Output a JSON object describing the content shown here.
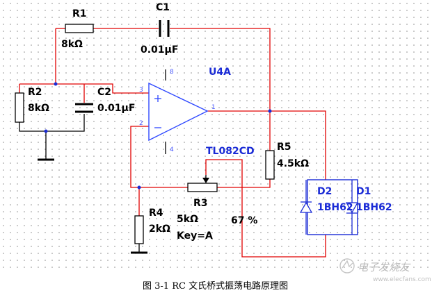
{
  "labels": {
    "r1": "R1",
    "r1_value": "8kΩ",
    "c1": "C1",
    "c1_value": "0.01μF",
    "r2": "R2",
    "r2_value": "8kΩ",
    "c2": "C2",
    "c2_value": "0.01μF",
    "opamp": "U4A",
    "opamp_part": "TL082CD",
    "pin_3": "3",
    "pin_2": "2",
    "pin_1": "1",
    "pin_8": "8",
    "pin_4": "4",
    "r5": "R5",
    "r5_value": "4.5kΩ",
    "r3": "R3",
    "r3_value": "5kΩ",
    "r3_key": "Key=A",
    "r3_percent": "67 %",
    "r4": "R4",
    "r4_value": "2kΩ",
    "d2": "D2",
    "d2_part": "1BH62",
    "d1": "D1",
    "d1_part": "1BH62"
  },
  "caption": "图 3-1 RC 文氏桥式振荡电路原理图",
  "watermark": {
    "text": "电子发烧友",
    "url": "www.elecfans.com"
  },
  "colors": {
    "wire": "#e00000",
    "component": "#1a2bd6",
    "opamp": "#2f49ff",
    "junction": "#1a2bd6",
    "grid_dot": "#8c8c8c",
    "wire_dark": "#000000"
  }
}
